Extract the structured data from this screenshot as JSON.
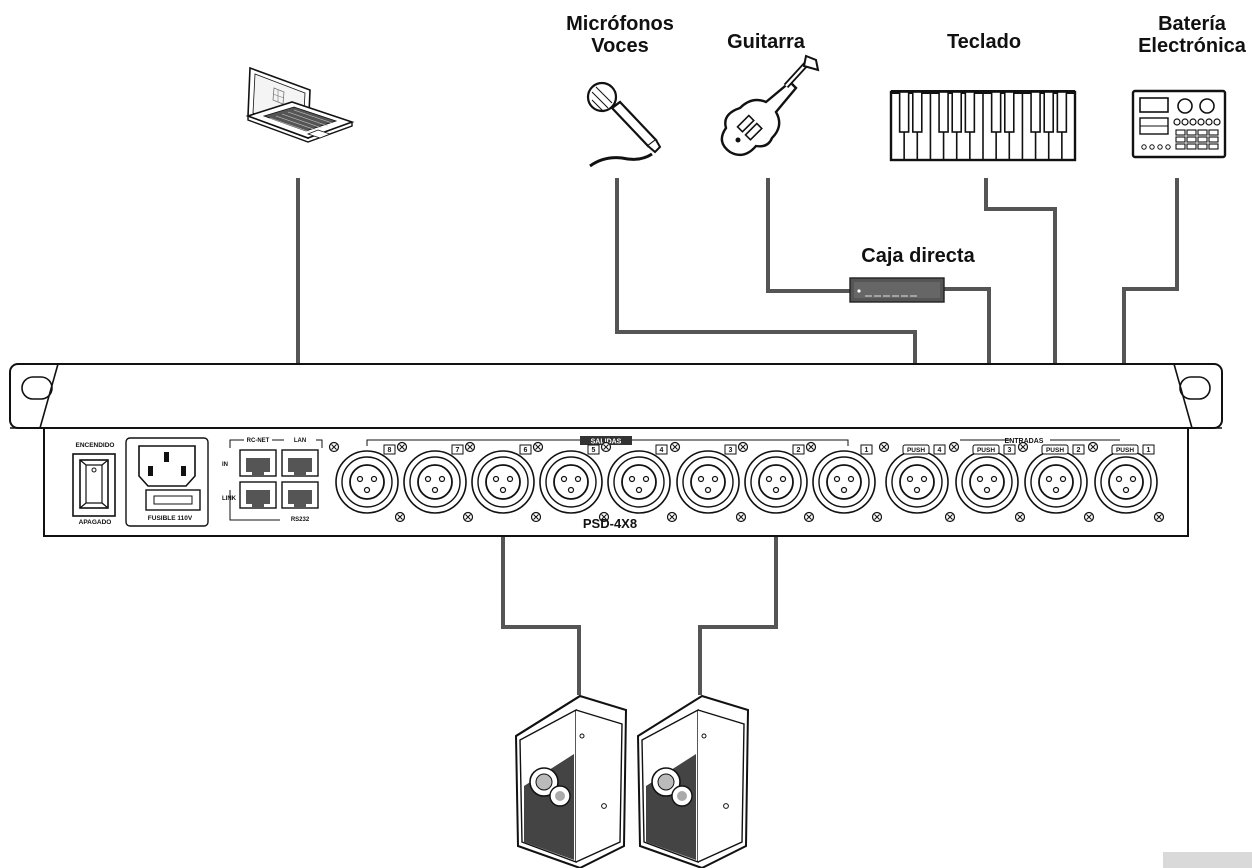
{
  "sources": {
    "microphones": "Micrófonos\nVoces",
    "guitar": "Guitarra",
    "keyboard": "Teclado",
    "drums": "Batería\nElectrónica",
    "di_box": "Caja directa"
  },
  "rack": {
    "model": "PSD-4X8",
    "power_on": "ENCENDIDO",
    "power_off": "APAGADO",
    "fuse": "FUSIBLE 110V",
    "rc_net": "RC-NET",
    "lan": "LAN",
    "port_in": "IN",
    "port_link": "LINK",
    "rs232": "RS232",
    "outputs_label": "SALIDAS",
    "inputs_label": "ENTRADAS",
    "push": "PUSH",
    "outputs": [
      "8",
      "7",
      "6",
      "5",
      "4",
      "3",
      "2",
      "1"
    ],
    "inputs": [
      "4",
      "3",
      "2",
      "1"
    ]
  }
}
